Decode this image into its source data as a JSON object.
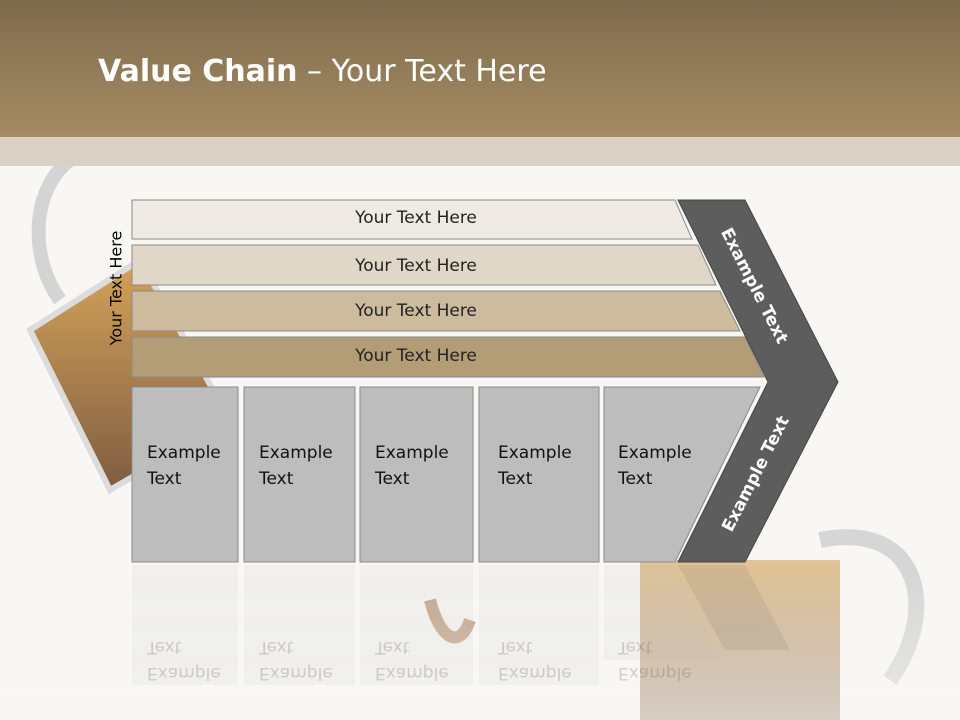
{
  "slide": {
    "title_bold": "Value Chain",
    "title_rest": " – Your Text Here",
    "side_label": "Your Text Here"
  },
  "bands": [
    {
      "label": "Your Text Here",
      "color": "#efebe4"
    },
    {
      "label": "Your Text Here",
      "color": "#e1d7c8"
    },
    {
      "label": "Your Text Here",
      "color": "#cdbb9e"
    },
    {
      "label": "Your Text Here",
      "color": "#b39d76"
    }
  ],
  "cells": [
    {
      "line1": "Example",
      "line2": "Text"
    },
    {
      "line1": "Example",
      "line2": "Text"
    },
    {
      "line1": "Example",
      "line2": "Text"
    },
    {
      "line1": "Example",
      "line2": "Text"
    },
    {
      "line1": "Example",
      "line2": "Text"
    }
  ],
  "chevron": {
    "upper_label": "Example Text",
    "lower_label": "Example Text",
    "color": "#5d5d5d"
  },
  "colors": {
    "header": "#9a8260",
    "cell_fill": "#bdbdbd"
  }
}
